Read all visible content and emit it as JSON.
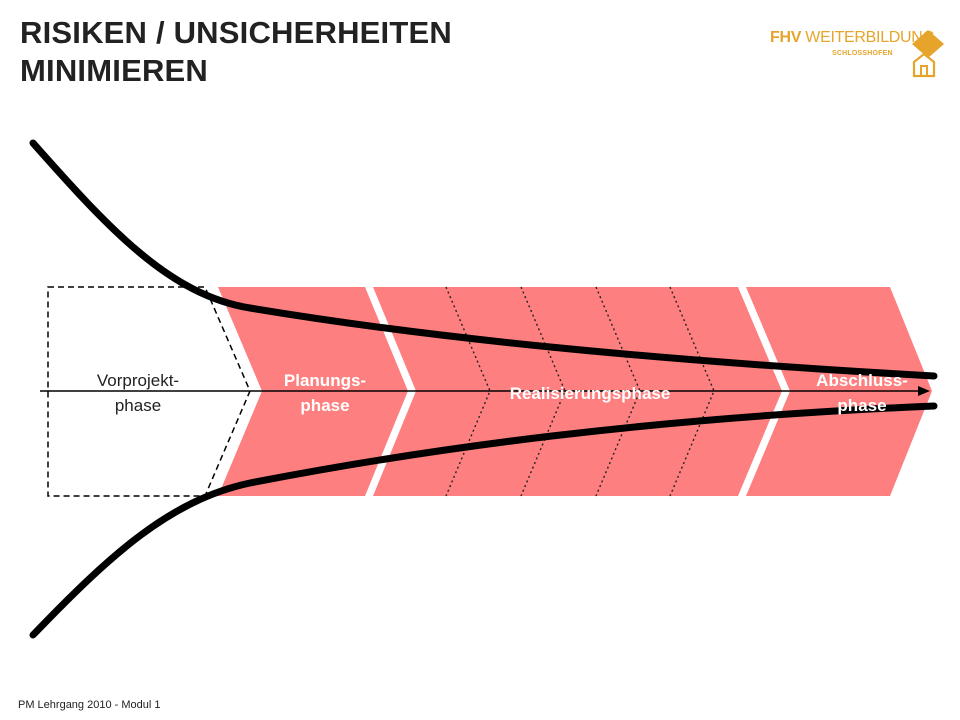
{
  "title": {
    "line1": "RISIKEN / UNSICHERHEITEN",
    "line2": "MINIMIEREN"
  },
  "logo": {
    "brand": "FHV",
    "name": "WEITERBILDUNG",
    "sub": "SCHLOSSHOFEN",
    "icon": "diamond-house-icon",
    "color": "#e6a52a"
  },
  "phases": [
    {
      "line1": "Vorprojekt-",
      "line2": "phase"
    },
    {
      "line1": "Planungs-",
      "line2": "phase"
    },
    {
      "line1": "Realisierungsphase",
      "line2": ""
    },
    {
      "line1": "Abschluss-",
      "line2": "phase"
    }
  ],
  "colors": {
    "phase_fill": "#fe7f7f",
    "curve": "#000000",
    "text_dark": "#222222",
    "text_light": "#ffffff"
  },
  "footer": "PM Lehrgang 2010 - Modul 1"
}
